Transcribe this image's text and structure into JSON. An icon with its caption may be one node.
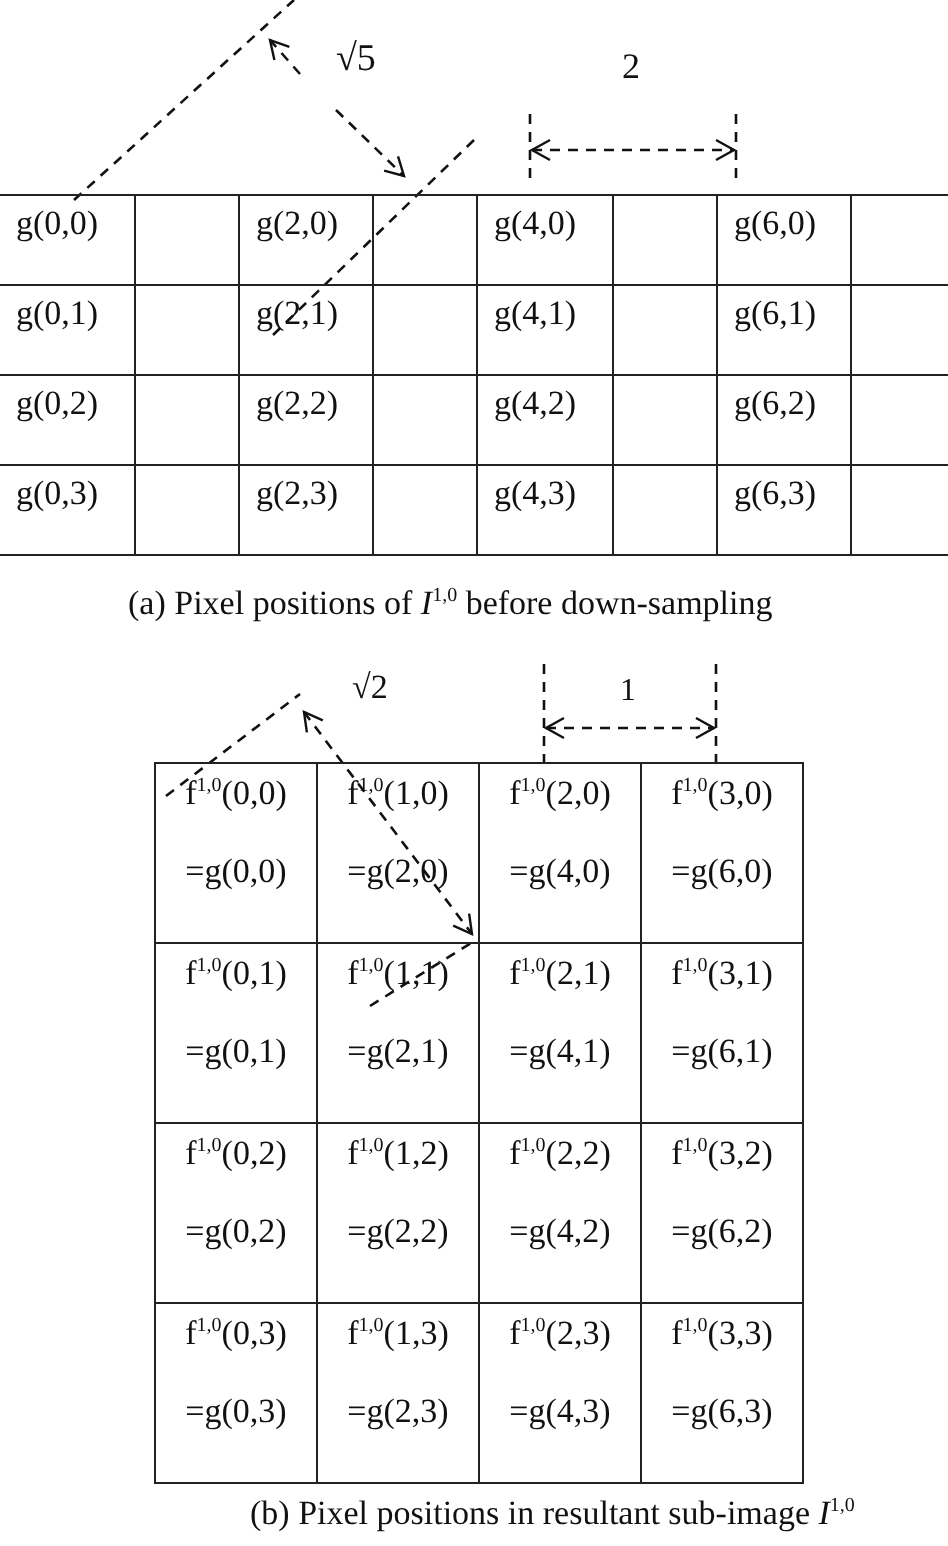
{
  "diagram": {
    "labels": [
      "√5",
      "2",
      "g(0,0)",
      "g(2,0)",
      "g(4,0)",
      "g(6,0)",
      "g(0,1)",
      "g(2,1)",
      "g(4,1)",
      "g(6,1)",
      "g(0,2)",
      "g(2,2)",
      "g(4,2)",
      "g(6,2)",
      "g(0,3)",
      "g(2,3)",
      "g(4,3)",
      "g(6,3)",
      "(a) Pixel positions of *I*$^{1,0}$ before down-sampling",
      "√2",
      "1",
      "f$^{1,0}$(0,0)",
      "=g(0,0)",
      "f$^{1,0}$(1,0)",
      "=g(2,0)",
      "f$^{1,0}$(2,0)",
      "=g(4,0)",
      "f$^{1,0}$(3,0)",
      "=g(6,0)",
      "f$^{1,0}$(0,1)",
      "=g(0,1)",
      "f$^{1,0}$(1,1)",
      "=g(2,1)",
      "f$^{1,0}$(2,1)",
      "=g(4,1)",
      "f$^{1,0}$(3,1)",
      "=g(6,1)",
      "f$^{1,0}$(0,2)",
      "=g(0,2)",
      "f$^{1,0}$(1,2)",
      "=g(2,2)",
      "f$^{1,0}$(2,2)",
      "=g(4,2)",
      "f$^{1,0}$(3,2)",
      "=g(6,2)",
      "f$^{1,0}$(0,3)",
      "=g(0,3)",
      "f$^{1,0}$(1,3)",
      "=g(2,3)",
      "f$^{1,0}$(2,3)",
      "=g(4,3)",
      "f$^{1,0}$(3,3)",
      "=g(6,3)",
      "(b) Pixel positions in resultant sub-image *I*$^{1,0}$"
    ]
  }
}
